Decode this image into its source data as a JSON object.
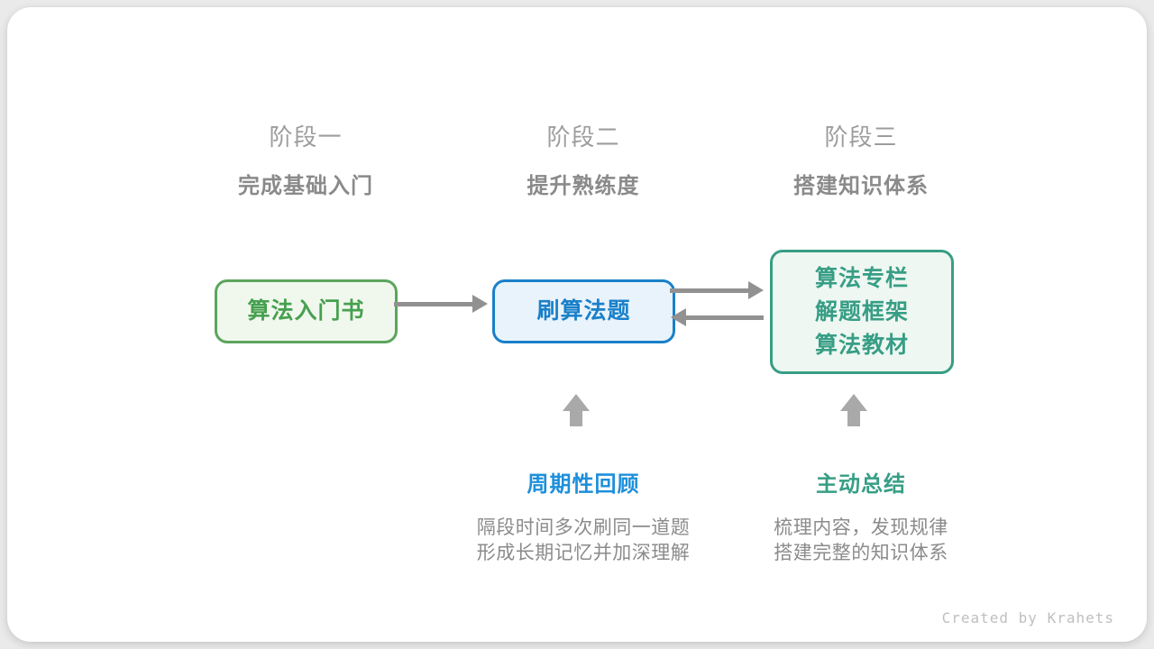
{
  "credit": "Created by Krahets",
  "stages": [
    {
      "label": "阶段一",
      "subtitle": "完成基础入门"
    },
    {
      "label": "阶段二",
      "subtitle": "提升熟练度"
    },
    {
      "label": "阶段三",
      "subtitle": "搭建知识体系"
    }
  ],
  "nodes": [
    {
      "id": "intro-book",
      "lines": [
        "算法入门书"
      ]
    },
    {
      "id": "practice-problems",
      "lines": [
        "刷算法题"
      ]
    },
    {
      "id": "knowledge-resources",
      "lines": [
        "算法专栏",
        "解题框架",
        "算法教材"
      ]
    }
  ],
  "arrows": [
    {
      "from": "intro-book",
      "to": "practice-problems",
      "direction": "right"
    },
    {
      "from": "practice-problems",
      "to": "knowledge-resources",
      "direction": "right"
    },
    {
      "from": "knowledge-resources",
      "to": "practice-problems",
      "direction": "left"
    },
    {
      "to": "practice-problems",
      "direction": "up"
    },
    {
      "to": "knowledge-resources",
      "direction": "up"
    }
  ],
  "annotations": [
    {
      "title": "周期性回顾",
      "desc": [
        "隔段时间多次刷同一道题",
        "形成长期记忆并加深理解"
      ]
    },
    {
      "title": "主动总结",
      "desc": [
        "梳理内容，发现规律",
        "搭建完整的知识体系"
      ]
    }
  ],
  "colors": {
    "green_node": "#47a04f",
    "green_border": "#5ba55d",
    "blue_node": "#1a80c9",
    "teal_node": "#379e85",
    "blue_annotation": "#1e8fdb",
    "teal_annotation": "#379e85",
    "arrow_gray": "#919191",
    "up_arrow_gray": "#a9a9a9",
    "stage_label_gray": "#9d9d9d",
    "subtitle_gray": "#8a8a8a",
    "desc_gray": "#8b8b8b",
    "credit_gray": "#bfbfbf",
    "page_background": "#eaeaea",
    "card_background": "#ffffff"
  }
}
